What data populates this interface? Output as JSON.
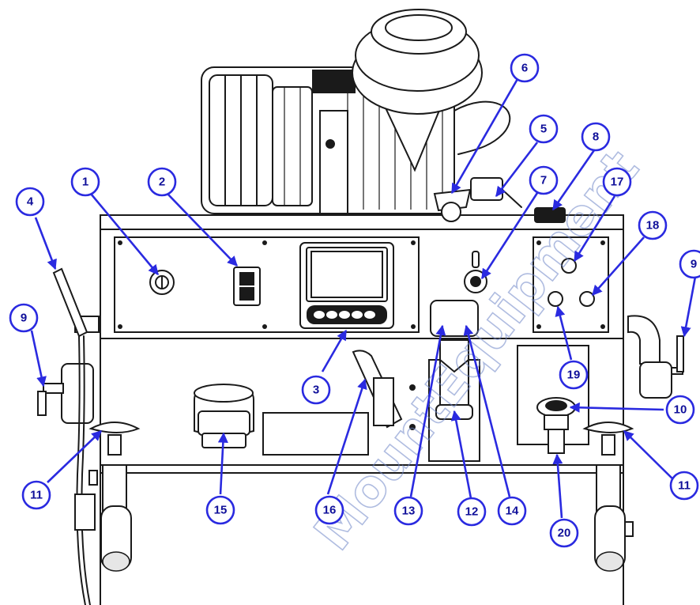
{
  "watermark": "MountEquipment",
  "callouts": [
    {
      "label": "1"
    },
    {
      "label": "2"
    },
    {
      "label": "3"
    },
    {
      "label": "4"
    },
    {
      "label": "5"
    },
    {
      "label": "6"
    },
    {
      "label": "7"
    },
    {
      "label": "8"
    },
    {
      "label": "9"
    },
    {
      "label": "9"
    },
    {
      "label": "10"
    },
    {
      "label": "11"
    },
    {
      "label": "11"
    },
    {
      "label": "12"
    },
    {
      "label": "13"
    },
    {
      "label": "14"
    },
    {
      "label": "15"
    },
    {
      "label": "16"
    },
    {
      "label": "17"
    },
    {
      "label": "18"
    },
    {
      "label": "19"
    },
    {
      "label": "20"
    }
  ]
}
